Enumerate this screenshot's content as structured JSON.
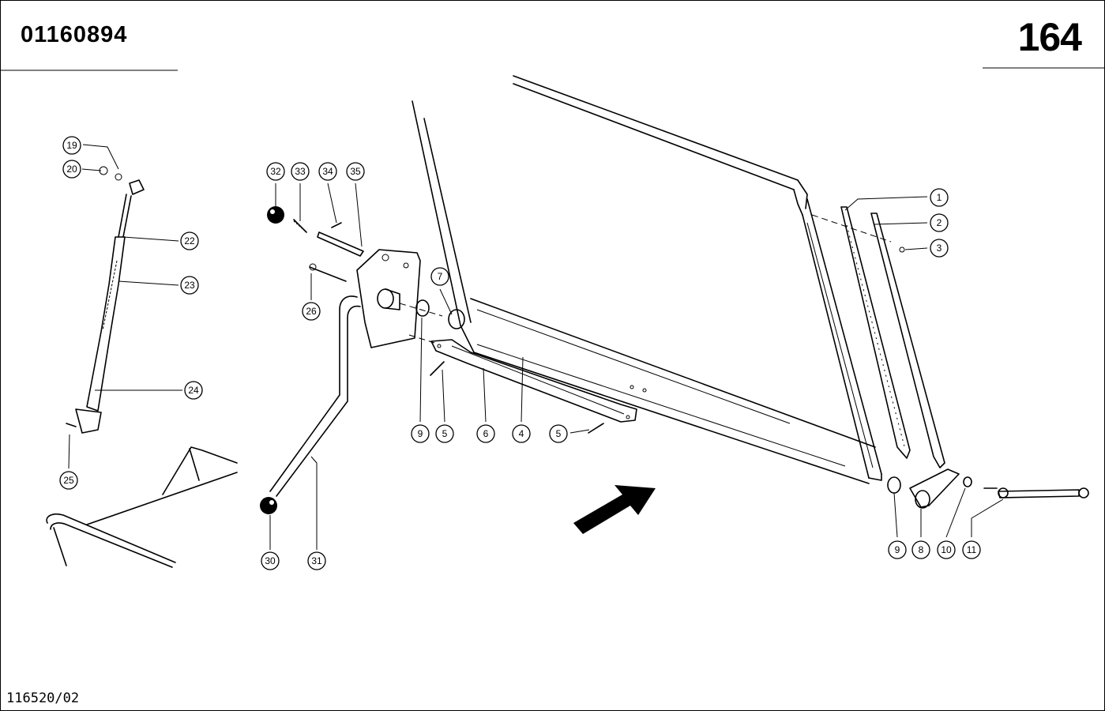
{
  "header": {
    "part_number": "01160894",
    "page_number": "164"
  },
  "footer": {
    "reference_code": "116520/02"
  },
  "callouts": [
    "1",
    "2",
    "3",
    "4",
    "5",
    "5",
    "6",
    "7",
    "8",
    "9",
    "9",
    "10",
    "11",
    "19",
    "20",
    "22",
    "23",
    "24",
    "25",
    "26",
    "30",
    "31",
    "32",
    "33",
    "34",
    "35"
  ],
  "icons": {
    "direction_arrow": "direction-arrow-icon"
  }
}
